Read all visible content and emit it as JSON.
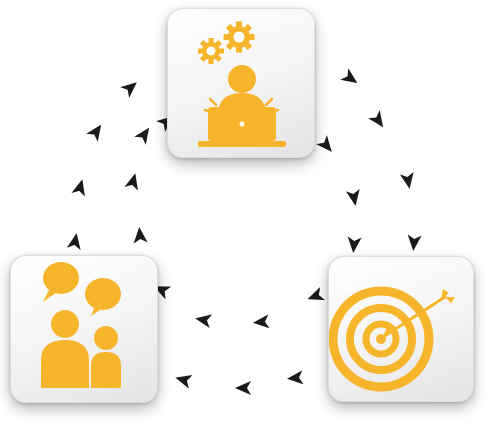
{
  "diagram": {
    "kind": "cycle",
    "accent_color": "#F7B52C",
    "arrow_color": "#1a1a1a",
    "nodes": [
      {
        "id": "work",
        "icon": "person-at-laptop-with-gears-icon"
      },
      {
        "id": "team",
        "icon": "two-people-with-speech-bubbles-icon"
      },
      {
        "id": "goal",
        "icon": "target-with-arrow-icon"
      }
    ],
    "connections": [
      {
        "from": "work",
        "to": "goal",
        "direction": "clockwise",
        "style": "dashed-arrowheads",
        "lanes": 2
      },
      {
        "from": "goal",
        "to": "team",
        "direction": "clockwise",
        "style": "dashed-arrowheads",
        "lanes": 2
      },
      {
        "from": "team",
        "to": "work",
        "direction": "clockwise",
        "style": "dashed-arrowheads",
        "lanes": 2
      }
    ]
  }
}
